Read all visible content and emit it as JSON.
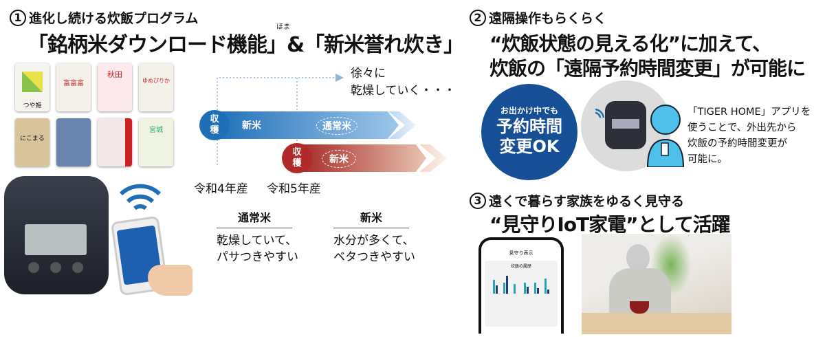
{
  "section1": {
    "number": "1",
    "subtitle": "進化し続ける炊飯プログラム",
    "title": "「銘柄米ダウンロード機能」&「新米誉れ炊き」",
    "ruby": "ほま"
  },
  "diagram": {
    "drying_note_1": "徐々に",
    "drying_note_2": "乾燥していく・・・",
    "harvest": "収穫",
    "new_rice": "新米",
    "regular_rice": "通常米",
    "year1": "令和4年産",
    "year2": "令和5年産",
    "colors": {
      "blue": "#1f6fb8",
      "red": "#b02a2a"
    }
  },
  "comparison": [
    {
      "heading": "通常米",
      "line1": "乾燥していて、",
      "line2": "パサつきやすい"
    },
    {
      "heading": "新米",
      "line1": "水分が多くて、",
      "line2": "ベタつきやすい"
    }
  ],
  "rice_bags": [
    "つや姫",
    "富富富",
    "秋田",
    "ゆめぴりか",
    "にこまる",
    "",
    "",
    "宮城"
  ],
  "section2": {
    "number": "2",
    "subtitle": "遠隔操作もらくらく",
    "title1": "“炊飯状態の見える化”に加えて、",
    "title2": "炊飯の「遠隔予約時間変更」が可能に",
    "badge_small": "お出かけ中でも",
    "badge_line1": "予約時間",
    "badge_line2": "変更OK",
    "desc": [
      "「TIGER HOME」アプリを",
      "使うことで、外出先から",
      "炊飯の予約時間変更が",
      "可能に。"
    ],
    "badge_color": "#174f96"
  },
  "section3": {
    "number": "3",
    "subtitle": "遠くで暮らす家族をゆるく見守る",
    "title": "“見守りIoT家電”として活躍",
    "app_title": "見守り表示",
    "app_card_title": "炊飯の履歴"
  }
}
